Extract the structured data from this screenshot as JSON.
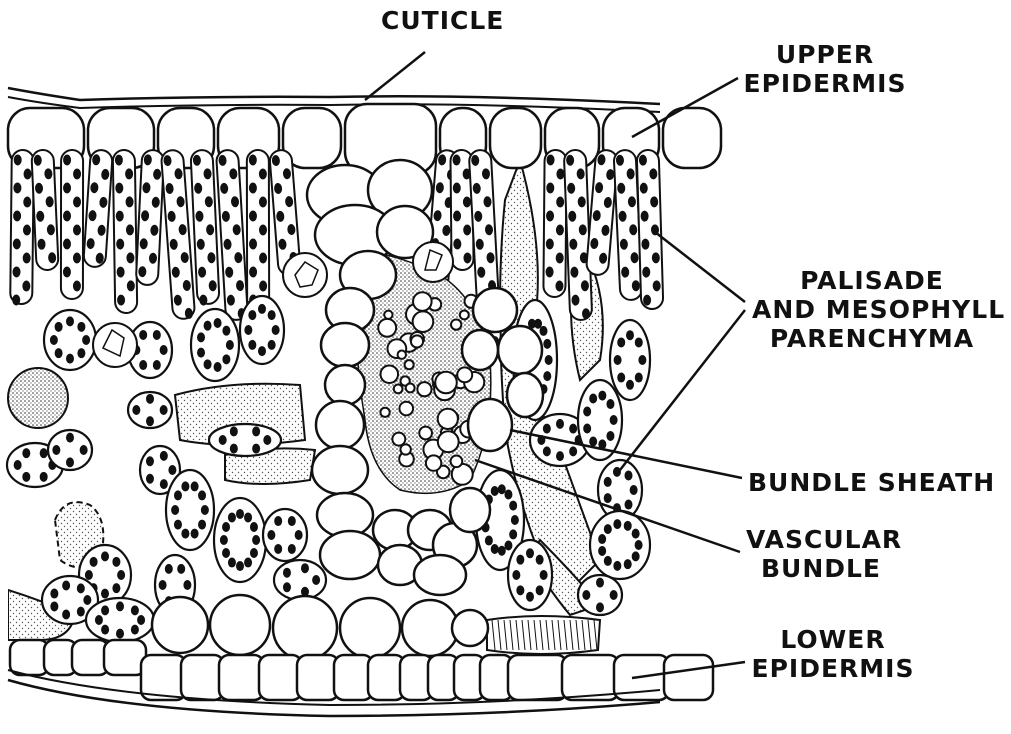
{
  "labels": {
    "cuticle": "CUTICLE",
    "upper_epidermis": [
      "UPPER",
      "EPIDERMIS"
    ],
    "palisade": [
      "PALISADE",
      "AND MESOPHYLL",
      "PARENCHYMA"
    ],
    "bundle_sheath": "BUNDLE SHEATH",
    "vascular_bundle": [
      "VASCULAR",
      "BUNDLE"
    ],
    "lower_epidermis": [
      "LOWER",
      "EPIDERMIS"
    ]
  },
  "colors": {
    "ink": "#111111",
    "stipple": "#e9e6e0",
    "background": "#ffffff"
  }
}
